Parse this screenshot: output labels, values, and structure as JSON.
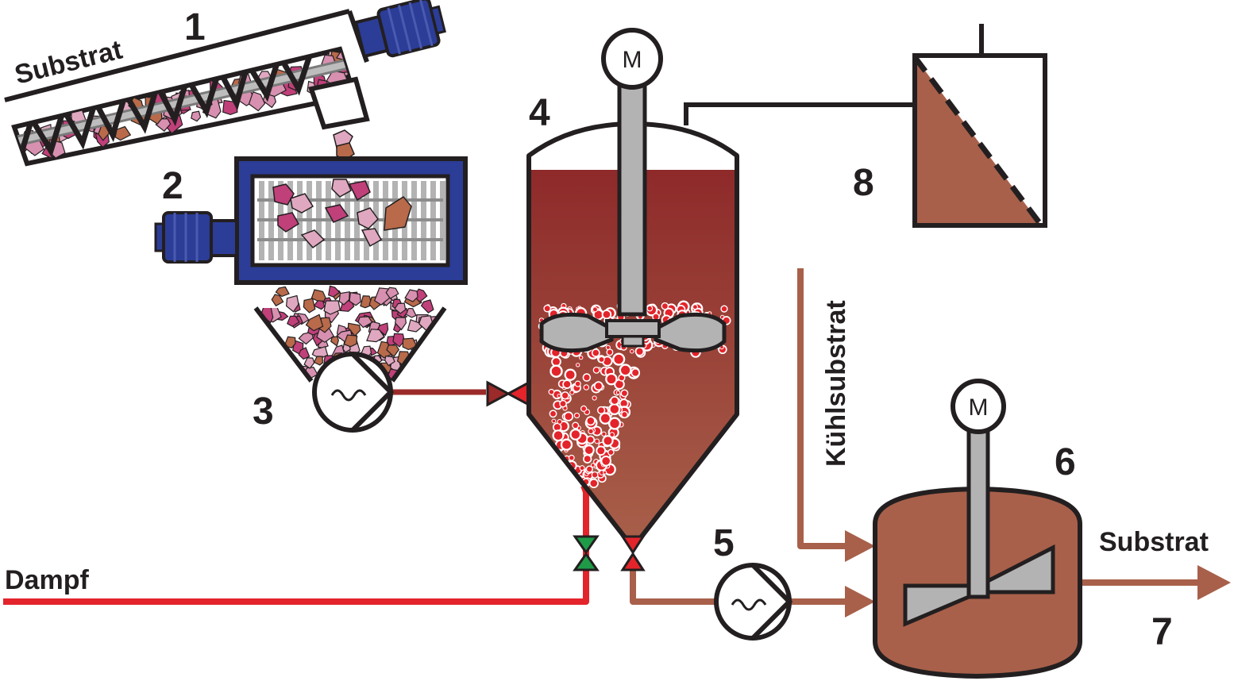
{
  "labels": {
    "substrat_in": "Substrat",
    "substrat_out": "Substrat",
    "dampf": "Dampf",
    "kuehlsubstrat": "Kühlsubstrat",
    "motor_reactor": "M",
    "motor_cooler": "M"
  },
  "numbers": {
    "n1": "1",
    "n2": "2",
    "n3": "3",
    "n4": "4",
    "n5": "5",
    "n6": "6",
    "n7": "7",
    "n8": "8"
  },
  "colors": {
    "outline": "#231f20",
    "substrate_brown": "#a8604a",
    "reactor_dark": "#8e2a2a",
    "steam_red": "#e3242b",
    "pipe_dark_red": "#9b2a2a",
    "motor_blue": "#2b3d97",
    "steel_grey": "#b3b3b3",
    "valve_green": "#1f9b48",
    "bubble_red": "#e3242b"
  }
}
